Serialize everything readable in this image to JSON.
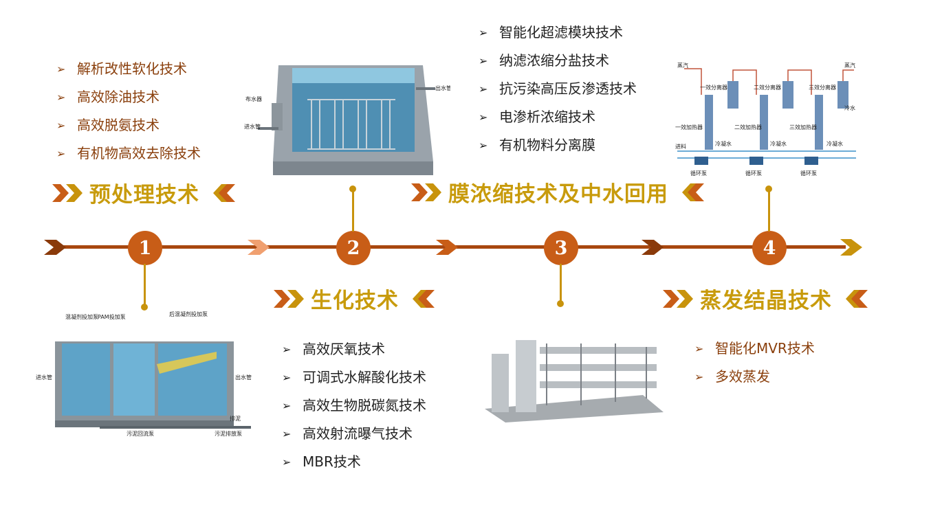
{
  "stages": [
    {
      "number": "1",
      "title": "预处理技术",
      "items": [
        "解析改性软化技术",
        "高效除油技术",
        "高效脱氨技术",
        "有机物高效去除技术"
      ]
    },
    {
      "number": "2",
      "title": "生化技术",
      "items": [
        "高效厌氧技术",
        "可调式水解酸化技术",
        "高效生物脱碳氮技术",
        "高效射流曝气技术",
        "MBR技术"
      ]
    },
    {
      "number": "3",
      "title": "膜浓缩技术及中水回用",
      "items": [
        "智能化超滤模块技术",
        "纳滤浓缩分盐技术",
        "抗污染高压反渗透技术",
        "电渗析浓缩技术",
        "有机物料分离膜"
      ]
    },
    {
      "number": "4",
      "title": "蒸发结晶技术",
      "items": [
        "智能化MVR技术",
        "多效蒸发"
      ]
    }
  ],
  "bullet": "➢",
  "diagram_labels": {
    "sedimentation": {
      "inlet": "进水管",
      "distributor": "布水器",
      "outlet": "出水管"
    },
    "coagulation": {
      "dosing1": "混凝剂投加泵",
      "dosing2": "PAM投加泵",
      "dosing3": "后混凝剂投加泵",
      "inlet": "进水管",
      "outlet": "出水管",
      "sludge_return": "污泥回流泵",
      "sludge_discharge": "污泥排放泵",
      "discharge": "排泥"
    },
    "evaporator": {
      "steam": "蒸汽",
      "sep1": "一效分离器",
      "sep2": "二效分离器",
      "sep3": "三效分离器",
      "heat1": "一效加热器",
      "heat2": "二效加热器",
      "heat3": "三效加热器",
      "condensate": "冷凝水",
      "feed": "进料",
      "pump": "循环泵",
      "water": "冷水"
    }
  },
  "colors": {
    "accent": "#c8930c",
    "brown": "#8a3f0c",
    "node": "#c85d17",
    "line": "#a8470f"
  }
}
